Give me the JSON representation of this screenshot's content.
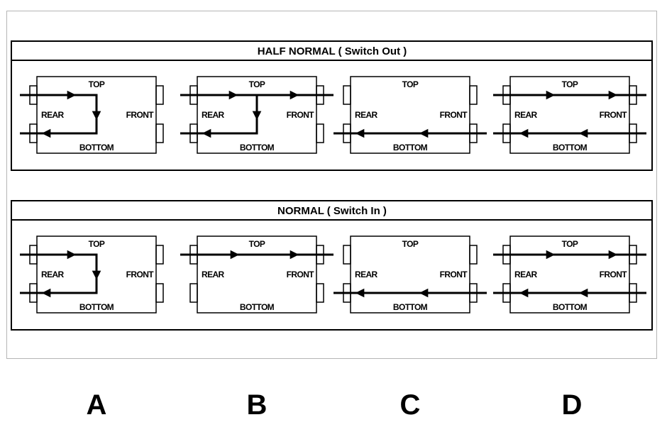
{
  "sections": [
    {
      "title": "HALF NORMAL  ( Switch Out )",
      "jacks": [
        {
          "top": "TOP",
          "rear": "REAR",
          "front": "FRONT",
          "bottom": "BOTTOM",
          "routing": "half-normal-A"
        },
        {
          "top": "TOP",
          "rear": "REAR",
          "front": "FRONT",
          "bottom": "BOTTOM",
          "routing": "half-normal-B"
        },
        {
          "top": "TOP",
          "rear": "REAR",
          "front": "FRONT",
          "bottom": "BOTTOM",
          "routing": "bottom-only-C"
        },
        {
          "top": "TOP",
          "rear": "REAR",
          "front": "FRONT",
          "bottom": "BOTTOM",
          "routing": "through-D"
        }
      ]
    },
    {
      "title": "NORMAL  ( Switch In )",
      "jacks": [
        {
          "top": "TOP",
          "rear": "REAR",
          "front": "FRONT",
          "bottom": "BOTTOM",
          "routing": "normal-A"
        },
        {
          "top": "TOP",
          "rear": "REAR",
          "front": "FRONT",
          "bottom": "BOTTOM",
          "routing": "top-only-B"
        },
        {
          "top": "TOP",
          "rear": "REAR",
          "front": "FRONT",
          "bottom": "BOTTOM",
          "routing": "bottom-only-C"
        },
        {
          "top": "TOP",
          "rear": "REAR",
          "front": "FRONT",
          "bottom": "BOTTOM",
          "routing": "through-D"
        }
      ]
    }
  ],
  "columns": [
    "A",
    "B",
    "C",
    "D"
  ]
}
